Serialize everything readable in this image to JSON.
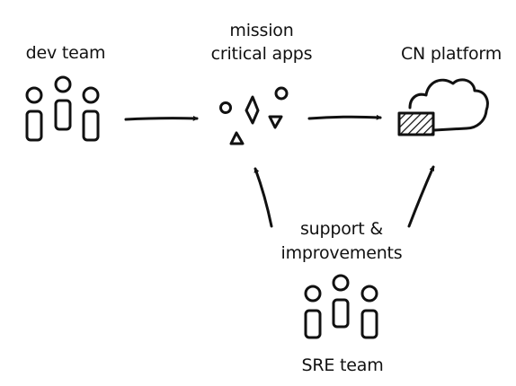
{
  "labels": {
    "dev_team": "dev team",
    "apps_line1": "mission",
    "apps_line2": "critical apps",
    "platform": "CN platform",
    "support_line1": "support &",
    "support_line2": "improvements",
    "sre_team": "SRE team"
  },
  "icons": {
    "dev_team": "people-group-icon",
    "apps": "app-shapes-icon",
    "platform": "cloud-platform-icon",
    "sre_team": "people-group-icon"
  },
  "colors": {
    "ink": "#111111",
    "background": "#ffffff"
  }
}
